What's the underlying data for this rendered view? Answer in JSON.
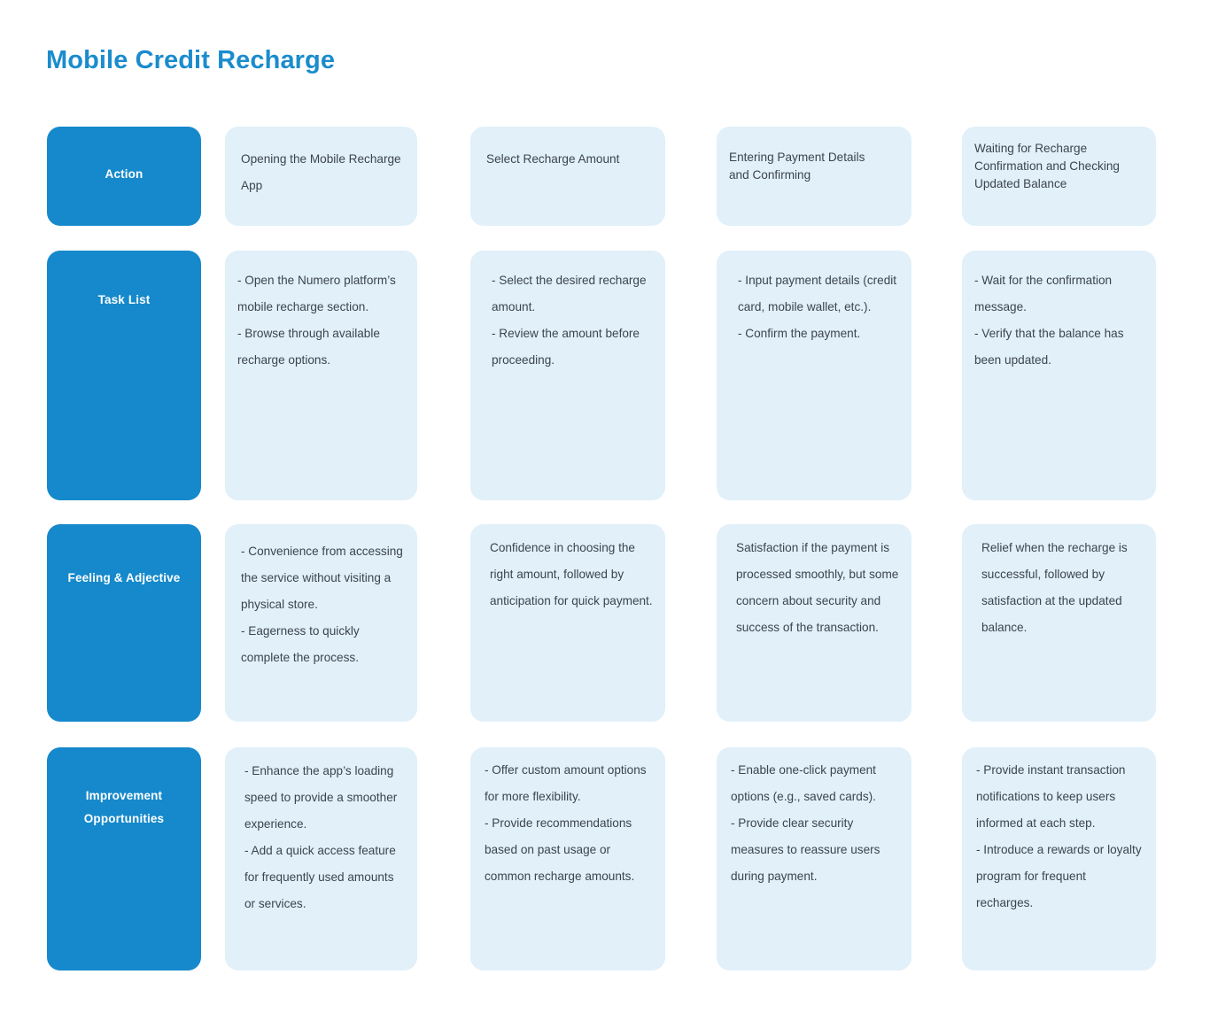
{
  "page": {
    "title": "Mobile Credit Recharge",
    "title_color": "#1b8ccd",
    "label_bg": "#1589cb",
    "cell_bg": "#e1f0f9",
    "text_color": "#3c4450"
  },
  "rows": [
    {
      "label": "Action",
      "cells": [
        "Opening the Mobile Recharge App",
        "Select Recharge Amount",
        "Entering Payment Details\nand Confirming",
        "Waiting for Recharge Confirmation and Checking\nUpdated Balance"
      ]
    },
    {
      "label": "Task List",
      "cells": [
        "- Open the Numero platform’s mobile recharge section.\n- Browse through available recharge options.",
        "- Select the desired recharge amount.\n- Review the amount before proceeding.",
        "- Input payment details (credit card, mobile wallet, etc.).\n- Confirm the payment.",
        "- Wait for the confirmation message.\n- Verify that the balance has been updated."
      ]
    },
    {
      "label": "Feeling & Adjective",
      "cells": [
        "- Convenience from accessing the service without visiting a physical store.\n- Eagerness to quickly complete the process.",
        "Confidence in choosing the right amount, followed by anticipation for quick payment.",
        "Satisfaction if the payment is processed smoothly, but some concern about security and success of the transaction.",
        "Relief when the recharge is successful, followed by satisfaction at the updated balance."
      ]
    },
    {
      "label": "Improvement Opportunities",
      "cells": [
        "- Enhance the app’s loading speed to provide a smoother experience.\n- Add a quick access feature for frequently used amounts or services.",
        "- Offer custom amount options for more flexibility.\n- Provide recommendations based on past usage or common recharge amounts.",
        "- Enable one-click payment options (e.g., saved cards).\n- Provide clear security measures to reassure users during payment.",
        "- Provide instant transaction notifications to keep users informed at each step.\n- Introduce a rewards or loyalty program for frequent recharges."
      ]
    }
  ]
}
